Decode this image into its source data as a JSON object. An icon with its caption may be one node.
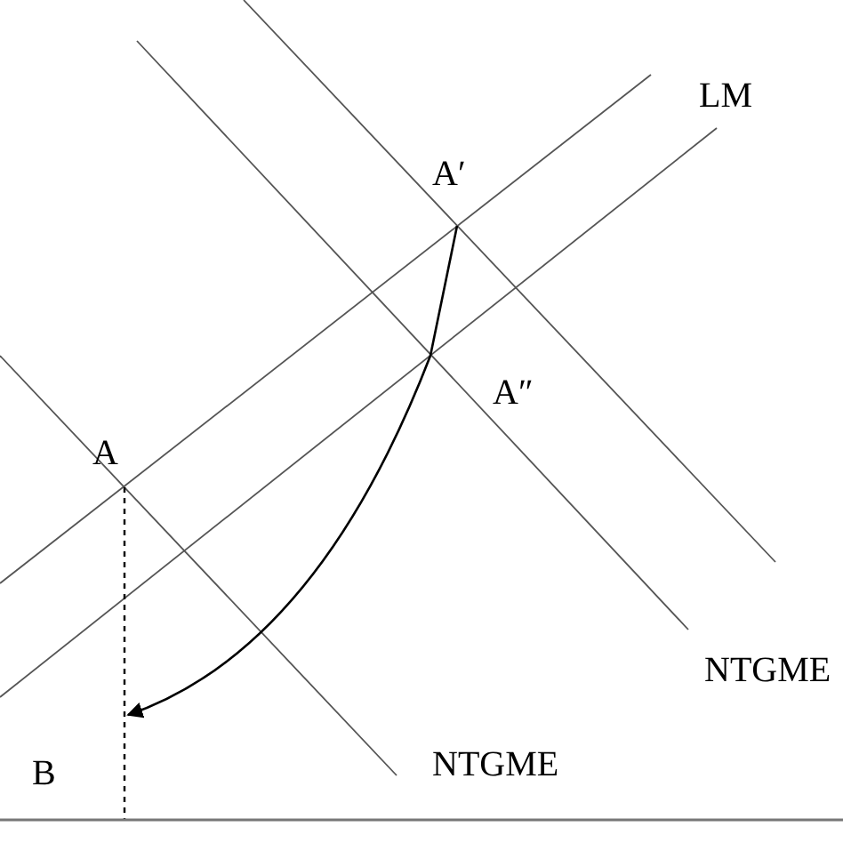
{
  "diagram": {
    "nodes": [
      {
        "text": [
          "A′"
        ]
      },
      {
        "text": [
          "A″"
        ]
      }
    ],
    "edges": [
      {
        "from": 0,
        "to": 1,
        "arrow": "none"
      },
      {
        "from": 1,
        "to": null,
        "arrow": "to"
      }
    ],
    "labels": [
      "LM",
      "A",
      "NTGME",
      "NTGME",
      "B"
    ]
  }
}
